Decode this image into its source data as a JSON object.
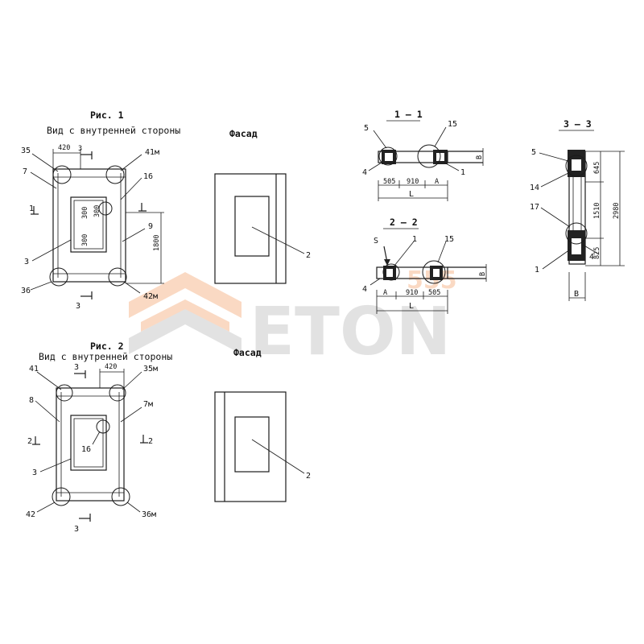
{
  "fig1": {
    "title": "Рис. 1",
    "subtitle": "Вид с внутренней стороны",
    "facade": "Фасад",
    "labels": {
      "l35": "35",
      "l420": "420",
      "l3top": "3",
      "l41m": "41м",
      "l7": "7",
      "l16": "16",
      "l1": "1",
      "l9": "9",
      "l3": "3",
      "l36": "36",
      "l42m": "42м",
      "l3bot": "3",
      "l2": "2"
    },
    "dims": {
      "d300a": "300",
      "d300b": "300",
      "d1800": "1800",
      "d300c": "300"
    }
  },
  "fig2": {
    "title": "Рис. 2",
    "subtitle": "Вид с внутренней стороны",
    "facade": "Фасад",
    "labels": {
      "l41": "41",
      "l3top": "3",
      "l420": "420",
      "l35m": "35м",
      "l8": "8",
      "l7m": "7м",
      "l2left": "2",
      "l16": "16",
      "l2right": "2",
      "l3": "3",
      "l42": "42",
      "l36m": "36м",
      "l3bot": "3",
      "l2": "2"
    }
  },
  "sec11": {
    "title": "1 — 1",
    "labels": {
      "l5": "5",
      "l15": "15",
      "l4": "4",
      "l1": "1",
      "lB": "В"
    },
    "dims": {
      "d505": "505",
      "d910": "910",
      "dA": "А",
      "dL": "L"
    }
  },
  "sec22": {
    "title": "2 — 2",
    "labels": {
      "lS": "S",
      "l1": "1",
      "l15": "15",
      "l4": "4",
      "lB": "В"
    },
    "dims": {
      "dA": "А",
      "d910": "910",
      "d505": "505",
      "dL": "L"
    }
  },
  "sec33": {
    "title": "3 — 3",
    "labels": {
      "l5": "5",
      "l14": "14",
      "l17": "17",
      "l1": "1",
      "l4": "4"
    },
    "dims": {
      "d645": "645",
      "d1510": "1510",
      "d825": "825",
      "d2980": "2980",
      "dB": "В"
    }
  },
  "watermark": {
    "brand": "ETON",
    "small": "555"
  },
  "colors": {
    "ink": "#1a1a1a",
    "watermark_orange": "#f07a2a",
    "watermark_gray": "#9a9a9a"
  }
}
